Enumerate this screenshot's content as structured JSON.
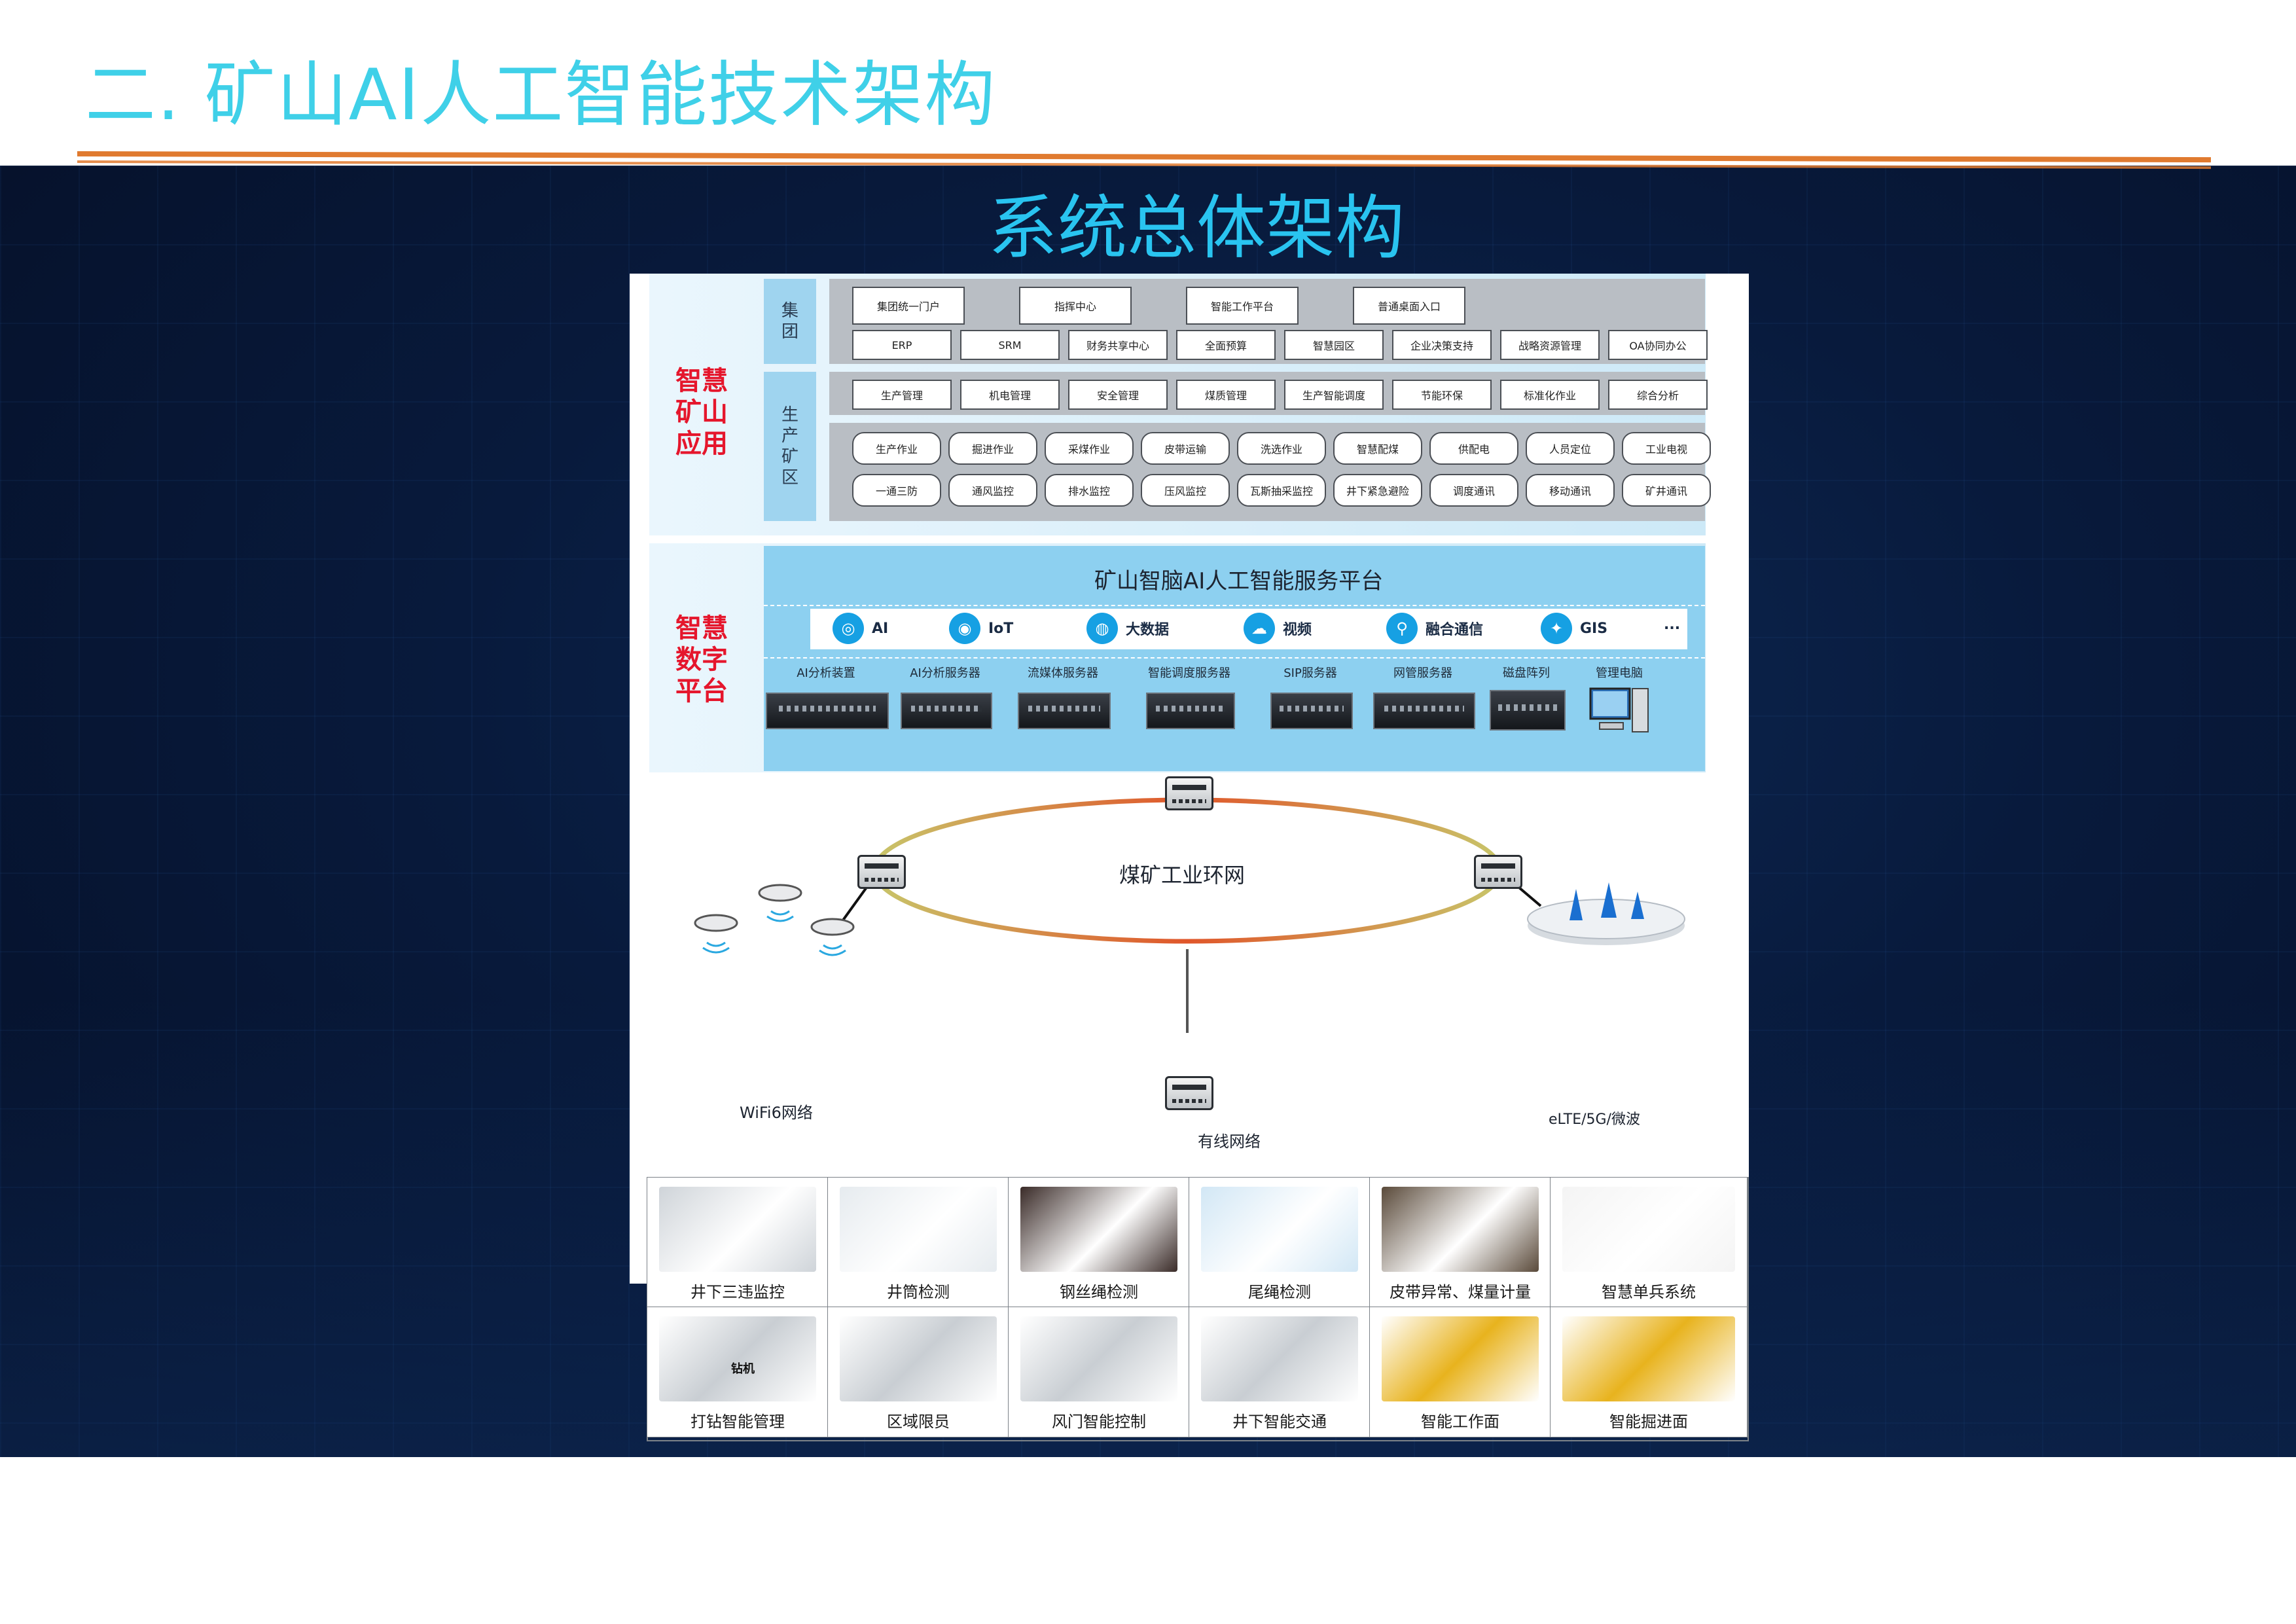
{
  "slide_title": "二. 矿山AI人工智能技术架构",
  "diagram_title": "系统总体架构",
  "app_section": {
    "label": "智慧\n矿山\n应用",
    "group_tab": "集\n团",
    "group_row1": [
      "集团统一门户",
      "指挥中心",
      "智能工作平台",
      "普通桌面入口"
    ],
    "group_row2": [
      "ERP",
      "SRM",
      "财务共享中心",
      "全面预算",
      "智慧园区",
      "企业决策支持",
      "战略资源管理",
      "OA协同办公"
    ],
    "mine_tab": "生\n产\n矿\n区",
    "mine_row1": [
      "生产管理",
      "机电管理",
      "安全管理",
      "煤质管理",
      "生产智能调度",
      "节能环保",
      "标准化作业",
      "综合分析"
    ],
    "mine_row2": [
      "生产作业",
      "掘进作业",
      "采煤作业",
      "皮带运输",
      "洗选作业",
      "智慧配煤",
      "供配电",
      "人员定位",
      "工业电视"
    ],
    "mine_row3": [
      "一通三防",
      "通风监控",
      "排水监控",
      "压风监控",
      "瓦斯抽采监控",
      "井下紧急避险",
      "调度通讯",
      "移动通讯",
      "矿井通讯"
    ]
  },
  "platform_section": {
    "label": "智慧\n数字\n平台",
    "title": "矿山智脑AI人工智能服务平台",
    "capabilities": [
      {
        "icon": "ai-icon",
        "glyph": "◎",
        "label": "AI"
      },
      {
        "icon": "iot-icon",
        "glyph": "◉",
        "label": "IoT"
      },
      {
        "icon": "big-data-icon",
        "glyph": "◍",
        "label": "大数据"
      },
      {
        "icon": "video-icon",
        "glyph": "☁",
        "label": "视频"
      },
      {
        "icon": "converged-comm-icon",
        "glyph": "⚲",
        "label": "融合通信"
      },
      {
        "icon": "gis-icon",
        "glyph": "✦",
        "label": "GIS"
      }
    ],
    "more": "...",
    "devices": [
      "AI分析装置",
      "AI分析服务器",
      "流媒体服务器",
      "智能调度服务器",
      "SIP服务器",
      "网管服务器",
      "磁盘阵列",
      "管理电脑"
    ]
  },
  "network": {
    "ring_label": "煤矿工业环网",
    "wifi_label": "WiFi6网络",
    "wireless_label": "eLTE/5G/微波",
    "wired_label": "有线网络"
  },
  "applications": {
    "row1": [
      "井下三违监控",
      "井筒检测",
      "钢丝绳检测",
      "尾绳检测",
      "皮带异常、煤量计量",
      "智慧单兵系统"
    ],
    "row2": [
      "打钻智能管理",
      "区域限员",
      "风门智能控制",
      "井下智能交通",
      "智能工作面",
      "智能掘进面"
    ],
    "drill_tag": "钻机"
  },
  "colors": {
    "title_cyan": "#3fd0e8",
    "subtitle_blue": "#29c4f0",
    "accent_orange": "#e07a2f",
    "label_red": "#e5162c",
    "panel_blue": "#8dd0f0",
    "icon_blue": "#16a0e3"
  }
}
